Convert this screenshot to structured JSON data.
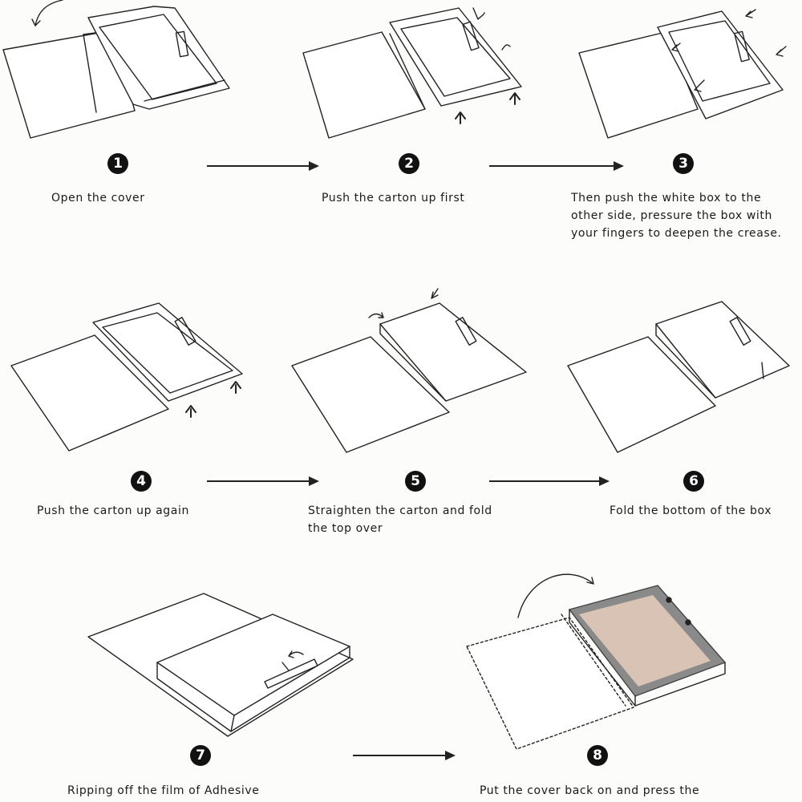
{
  "steps": [
    {
      "number": "1",
      "caption": "Open the cover"
    },
    {
      "number": "2",
      "caption": "Push the carton up first"
    },
    {
      "number": "3",
      "caption": "Then push the white box to the\nother side, pressure the box with\nyour fingers to deepen the crease."
    },
    {
      "number": "4",
      "caption": "Push the carton up again"
    },
    {
      "number": "5",
      "caption": "Straighten the carton and fold\nthe top over"
    },
    {
      "number": "6",
      "caption": "Fold the bottom of the box"
    },
    {
      "number": "7",
      "caption": "Ripping off the film of Adhesive"
    },
    {
      "number": "8",
      "caption": "Put the cover back on and press the"
    }
  ],
  "colors": {
    "line": "#222222",
    "background": "#fcfcfa",
    "badge": "#111111",
    "box_frame": "#8a8a8a",
    "box_content": "#d8c3b4"
  },
  "icons": [
    "curved-arrow-icon",
    "up-arrow-icon",
    "right-arrow-icon"
  ]
}
